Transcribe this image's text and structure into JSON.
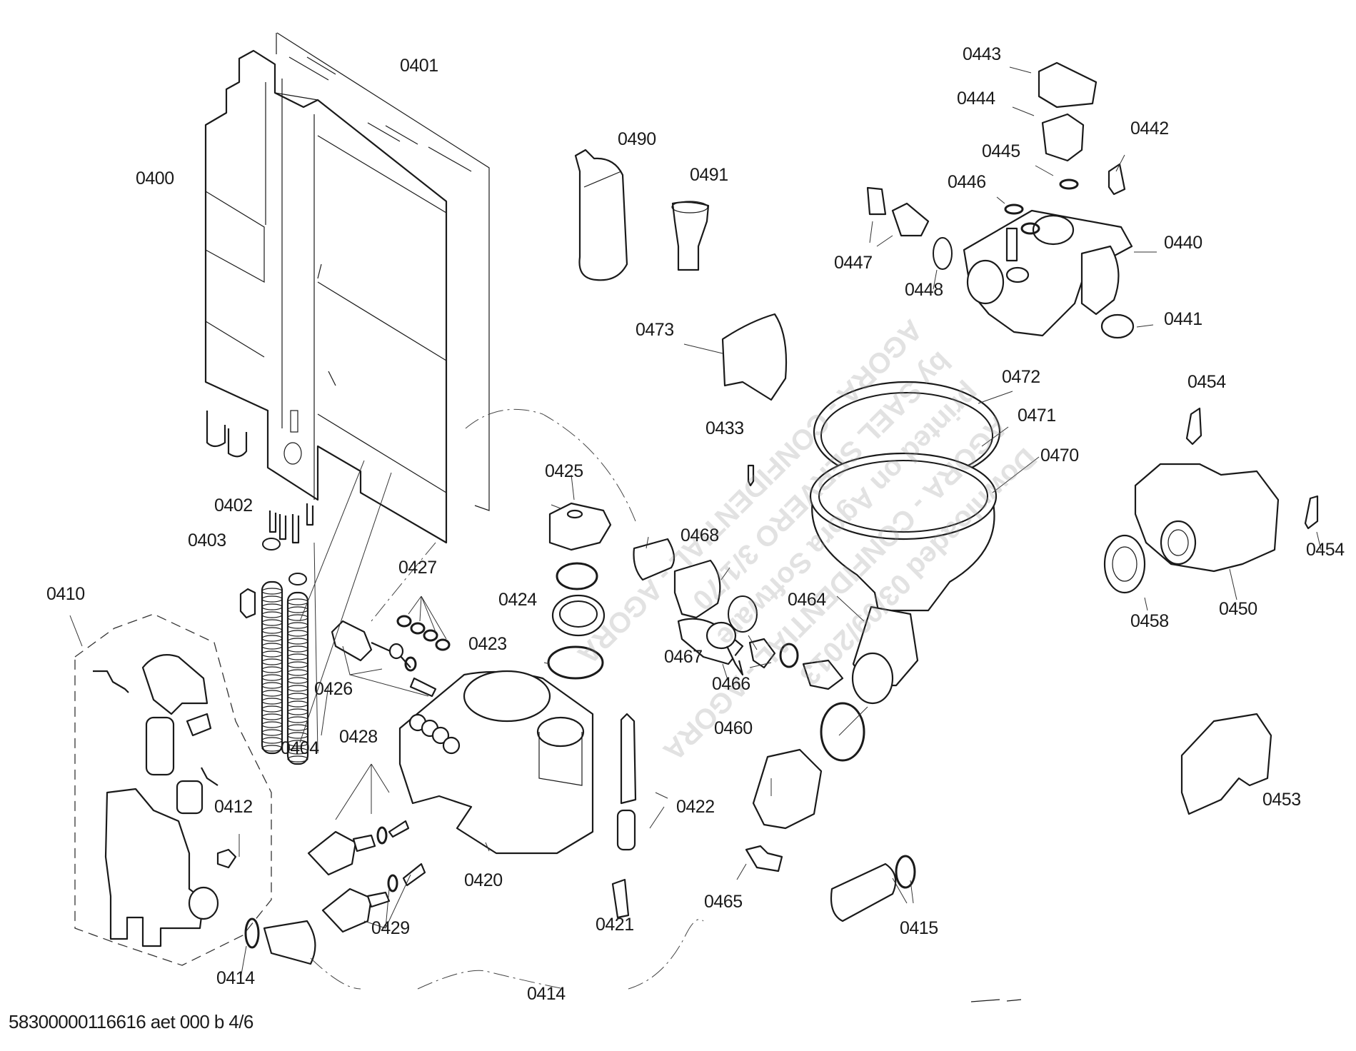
{
  "diagram": {
    "title": "Exploded parts view",
    "footer_code": "58300000116616 aet 000 b 4/6",
    "watermark_lines": [
      "AGORA - CONFIDENTIAL - AGORA",
      "by SAEL SERVERO 3/1/70",
      "printed on Agora Software",
      "AGORA - CONFIDENTIAL - AGORA",
      "Downloaded 03/09/2013"
    ],
    "labels": [
      {
        "id": "0400",
        "text": "0400"
      },
      {
        "id": "0401",
        "text": "0401"
      },
      {
        "id": "0402",
        "text": "0402"
      },
      {
        "id": "0403",
        "text": "0403"
      },
      {
        "id": "0404",
        "text": "0404"
      },
      {
        "id": "0410",
        "text": "0410"
      },
      {
        "id": "0412",
        "text": "0412"
      },
      {
        "id": "0414a",
        "text": "0414"
      },
      {
        "id": "0414b",
        "text": "0414"
      },
      {
        "id": "0415",
        "text": "0415"
      },
      {
        "id": "0420",
        "text": "0420"
      },
      {
        "id": "0421",
        "text": "0421"
      },
      {
        "id": "0422",
        "text": "0422"
      },
      {
        "id": "0423",
        "text": "0423"
      },
      {
        "id": "0424",
        "text": "0424"
      },
      {
        "id": "0425",
        "text": "0425"
      },
      {
        "id": "0426",
        "text": "0426"
      },
      {
        "id": "0427",
        "text": "0427"
      },
      {
        "id": "0428",
        "text": "0428"
      },
      {
        "id": "0429",
        "text": "0429"
      },
      {
        "id": "0433",
        "text": "0433"
      },
      {
        "id": "0440",
        "text": "0440"
      },
      {
        "id": "0441",
        "text": "0441"
      },
      {
        "id": "0442",
        "text": "0442"
      },
      {
        "id": "0443",
        "text": "0443"
      },
      {
        "id": "0444",
        "text": "0444"
      },
      {
        "id": "0445",
        "text": "0445"
      },
      {
        "id": "0446",
        "text": "0446"
      },
      {
        "id": "0447",
        "text": "0447"
      },
      {
        "id": "0448",
        "text": "0448"
      },
      {
        "id": "0450",
        "text": "0450"
      },
      {
        "id": "0453",
        "text": "0453"
      },
      {
        "id": "0454a",
        "text": "0454"
      },
      {
        "id": "0454b",
        "text": "0454"
      },
      {
        "id": "0458",
        "text": "0458"
      },
      {
        "id": "0460",
        "text": "0460"
      },
      {
        "id": "0464",
        "text": "0464"
      },
      {
        "id": "0465",
        "text": "0465"
      },
      {
        "id": "0466",
        "text": "0466"
      },
      {
        "id": "0467",
        "text": "0467"
      },
      {
        "id": "0468",
        "text": "0468"
      },
      {
        "id": "0470",
        "text": "0470"
      },
      {
        "id": "0471",
        "text": "0471"
      },
      {
        "id": "0472",
        "text": "0472"
      },
      {
        "id": "0473",
        "text": "0473"
      },
      {
        "id": "0490",
        "text": "0490"
      },
      {
        "id": "0491",
        "text": "0491"
      }
    ]
  }
}
